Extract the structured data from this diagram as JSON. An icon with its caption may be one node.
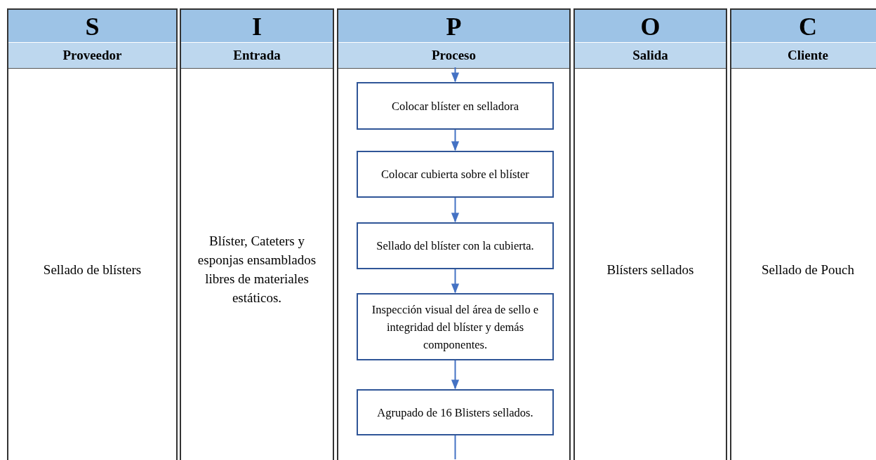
{
  "diagram": {
    "nodes": [
      {
        "text": [
          "S",
          "Proveedor",
          "Sellado de blísters"
        ]
      },
      {
        "text": [
          "I",
          "Entrada",
          "Blíster, Cateters y esponjas ensamblados libres de materiales estáticos."
        ]
      },
      {
        "text": [
          "P",
          "Proceso"
        ]
      },
      {
        "text": [
          "Colocar blíster en selladora"
        ],
        "in": 2
      },
      {
        "text": [
          "Colocar cubierta sobre el blíster"
        ],
        "in": 2
      },
      {
        "text": [
          "Sellado del blíster con la cubierta."
        ],
        "in": 2
      },
      {
        "text": [
          "Inspección visual del área de sello e integridad del blíster y demás componentes."
        ],
        "in": 2
      },
      {
        "text": [
          "Agrupado de 16 Blisters sellados."
        ],
        "in": 2
      },
      {
        "text": [
          "O",
          "Salida",
          "Blísters sellados"
        ]
      },
      {
        "text": [
          "C",
          "Cliente",
          "Sellado de Pouch"
        ]
      }
    ],
    "edges": [
      {
        "from": null,
        "to": 3,
        "arrow": "to"
      },
      {
        "from": 3,
        "to": 4,
        "arrow": "to"
      },
      {
        "from": 4,
        "to": 5,
        "arrow": "to"
      },
      {
        "from": 5,
        "to": 6,
        "arrow": "to"
      },
      {
        "from": 6,
        "to": 7,
        "arrow": "to"
      },
      {
        "from": 7,
        "to": null,
        "arrow": "none"
      }
    ]
  }
}
